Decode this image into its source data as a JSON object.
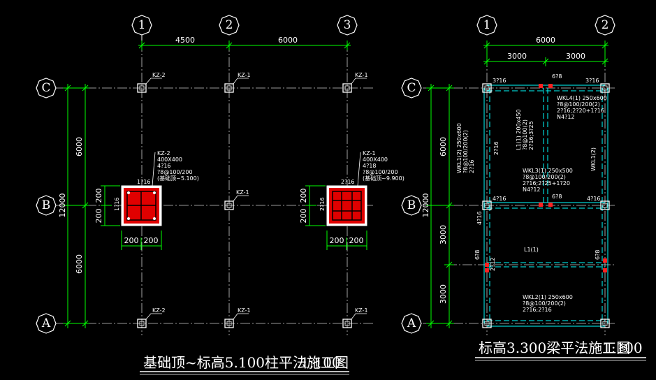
{
  "left_plan": {
    "axis_bubbles": [
      "1",
      "2",
      "3"
    ],
    "row_bubbles": [
      "C",
      "B",
      "A"
    ],
    "dims_top": [
      "4500",
      "6000"
    ],
    "dims_left": [
      "6000",
      "6000"
    ],
    "dim_total": "12000",
    "col_labels": {
      "c1": "KZ-2",
      "c2": "KZ-1",
      "c3": "KZ-1",
      "b2": "KZ-1",
      "a1": "KZ-2",
      "a2": "KZ-1",
      "a3": "KZ-1"
    },
    "detail_kz2": {
      "name": "KZ-2",
      "size": "400X400",
      "bars": "4?16",
      "stirrup": "?8@100/200",
      "elev": "(基础顶~5.100)",
      "top_bar": "1?16",
      "side_bar": "1?16",
      "dim_h": [
        "200",
        "200"
      ],
      "dim_v": [
        "200",
        "200"
      ]
    },
    "detail_kz1": {
      "name": "KZ-1",
      "size": "400X400",
      "bars": "4?18",
      "stirrup": "?8@100/200",
      "elev": "(基础顶~9.900)",
      "top_bar": "2?16",
      "side_bar": "2?16",
      "dim_h": [
        "200",
        "200"
      ],
      "dim_v": [
        "200",
        "200"
      ]
    },
    "title": "基础顶~标高5.100柱平法施工图",
    "scale": "1:100"
  },
  "right_plan": {
    "axis_bubbles": [
      "1",
      "2"
    ],
    "row_bubbles": [
      "C",
      "B",
      "A"
    ],
    "dim_top_total": "6000",
    "dims_top": [
      "3000",
      "3000"
    ],
    "dims_left": [
      "6000",
      "3000",
      "3000"
    ],
    "dim_total": "12000",
    "corner_labels": {
      "c1": "3?16",
      "c2": "3?16",
      "b1": "4?16",
      "b2": "4?16",
      "cmid": "6?8",
      "bmid": "6?8",
      "l1_left": "6?8",
      "l1_right": "6?8",
      "vert": "4?16",
      "l1_small": "2?12"
    },
    "beams": {
      "wkl4": [
        "WKL4(1) 250x600",
        "?8@100/200(2)",
        "2?16;2?20+1?16",
        "N4?12"
      ],
      "l1_vert": [
        "L1(1) 200x450",
        "?8@100(2)",
        "2?16;3?25"
      ],
      "wkl3": [
        "WKL3(1) 250x500",
        "?8@100/200(2)",
        "2?16;2?25+1?20",
        "N4?12"
      ],
      "wkl2": [
        "WKL2(1) 250x600",
        "?8@100/200(2)",
        "2?16;2?16"
      ],
      "wkl1_left": [
        "WKL1(2) 250x600",
        "?8@100/200(2)",
        "2?16"
      ],
      "wkl1_right": "WKL1(2)",
      "left_vert_bar": "2?16",
      "l1_h": "L1(1)"
    },
    "title": "标高3.300梁平法施工图",
    "scale": "1:100"
  }
}
